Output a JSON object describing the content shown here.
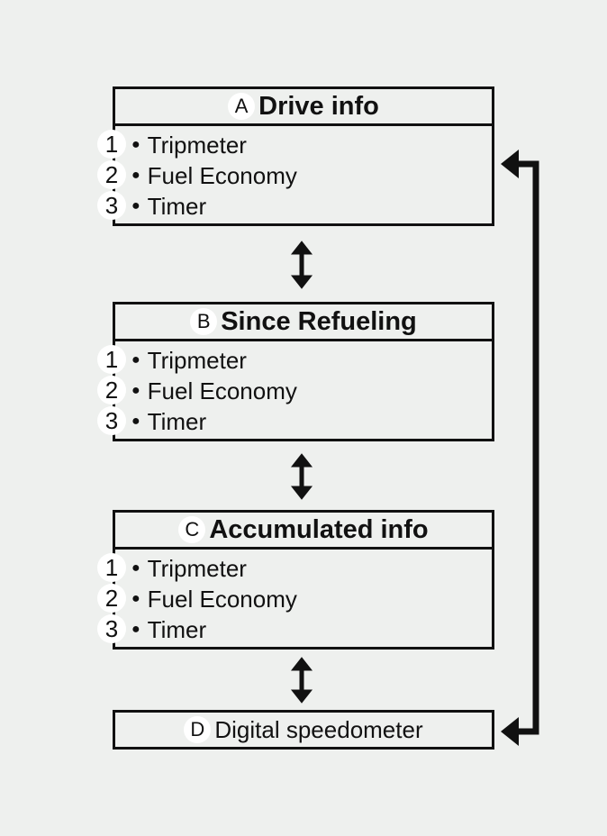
{
  "panels": [
    {
      "badge": "A",
      "title": "Drive info",
      "items": [
        "Tripmeter",
        "Fuel Economy",
        "Timer"
      ],
      "numbers": [
        "1",
        "2",
        "3"
      ]
    },
    {
      "badge": "B",
      "title": "Since Refueling",
      "items": [
        "Tripmeter",
        "Fuel Economy",
        "Timer"
      ],
      "numbers": [
        "1",
        "2",
        "3"
      ]
    },
    {
      "badge": "C",
      "title": "Accumulated info",
      "items": [
        "Tripmeter",
        "Fuel Economy",
        "Timer"
      ],
      "numbers": [
        "1",
        "2",
        "3"
      ]
    }
  ],
  "speedometer": {
    "badge": "D",
    "label": "Digital speedometer"
  },
  "colors": {
    "line": "#111111",
    "background": "#eef0ee",
    "badge": "#ffffff"
  }
}
